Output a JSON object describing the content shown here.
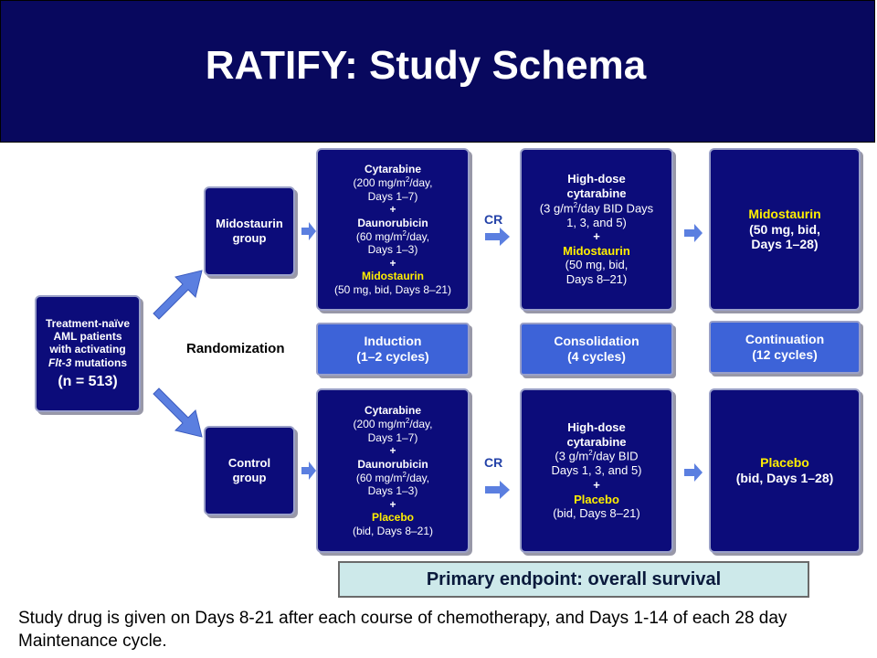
{
  "title": "RATIFY: Study Schema",
  "patients": {
    "line1": "Treatment-naïve",
    "line2": "AML patients",
    "line3": "with activating",
    "line4_italic": "Flt-3",
    "line4_rest": " mutations",
    "n": "(n = 513)"
  },
  "randomization": "Randomization",
  "groups": {
    "midostaurin": [
      "Midostaurin",
      "group"
    ],
    "control": [
      "Control",
      "group"
    ]
  },
  "cr_label": "CR",
  "induction_mido": {
    "l1": "Cytarabine",
    "l2a": "(200 mg/m",
    "l2sup": "2",
    "l2b": "/day,",
    "l3": "Days 1–7)",
    "plus": "+",
    "l4": "Daunorubicin",
    "l5a": "(60 mg/m",
    "l5sup": "2",
    "l5b": "/day,",
    "l6": "Days 1–3)",
    "l7": "Midostaurin",
    "l8": "(50 mg, bid, Days 8–21)"
  },
  "induction_ctrl": {
    "l1": "Cytarabine",
    "l2a": "(200 mg/m",
    "l2sup": "2",
    "l2b": "/day,",
    "l3": "Days 1–7)",
    "plus": "+",
    "l4": "Daunorubicin",
    "l5a": "(60 mg/m",
    "l5sup": "2",
    "l5b": "/day,",
    "l6": "Days 1–3)",
    "l7": "Placebo",
    "l8": "(bid, Days 8–21)"
  },
  "consol_mido": {
    "l1": "High-dose",
    "l2": "cytarabine",
    "l3a": "(3 g/m",
    "l3sup": "2",
    "l3b": "/day BID Days",
    "l4": "1, 3, and 5)",
    "plus": "+",
    "l5": "Midostaurin",
    "l6": "(50 mg, bid,",
    "l7": "Days 8–21)"
  },
  "consol_ctrl": {
    "l1": "High-dose",
    "l2": "cytarabine",
    "l3a": "(3 g/m",
    "l3sup": "2",
    "l3b": "/day BID",
    "l4": "Days 1, 3, and 5)",
    "plus": "+",
    "l5": "Placebo",
    "l6": "(bid, Days 8–21)"
  },
  "cont_mido": {
    "l1": "Midostaurin",
    "l2": "(50 mg, bid,",
    "l3": "Days 1–28)"
  },
  "cont_ctrl": {
    "l1": "Placebo",
    "l2": "(bid, Days 1–28)"
  },
  "phases": {
    "induction": [
      "Induction",
      "(1–2 cycles)"
    ],
    "consolidation": [
      "Consolidation",
      "(4 cycles)"
    ],
    "continuation": [
      "Continuation",
      "(12 cycles)"
    ]
  },
  "endpoint": "Primary endpoint: overall survival",
  "note": "Study drug is given on Days 8-21 after each course  of chemotherapy, and Days 1-14 of each 28 day Maintenance cycle.",
  "colors": {
    "header": "#08085e",
    "box": "#0c0c7a",
    "phase_label": "#3d63d8",
    "highlight": "#ffee00",
    "arrow": "#5b7fe0",
    "endpoint_bg": "#cde9ea"
  }
}
